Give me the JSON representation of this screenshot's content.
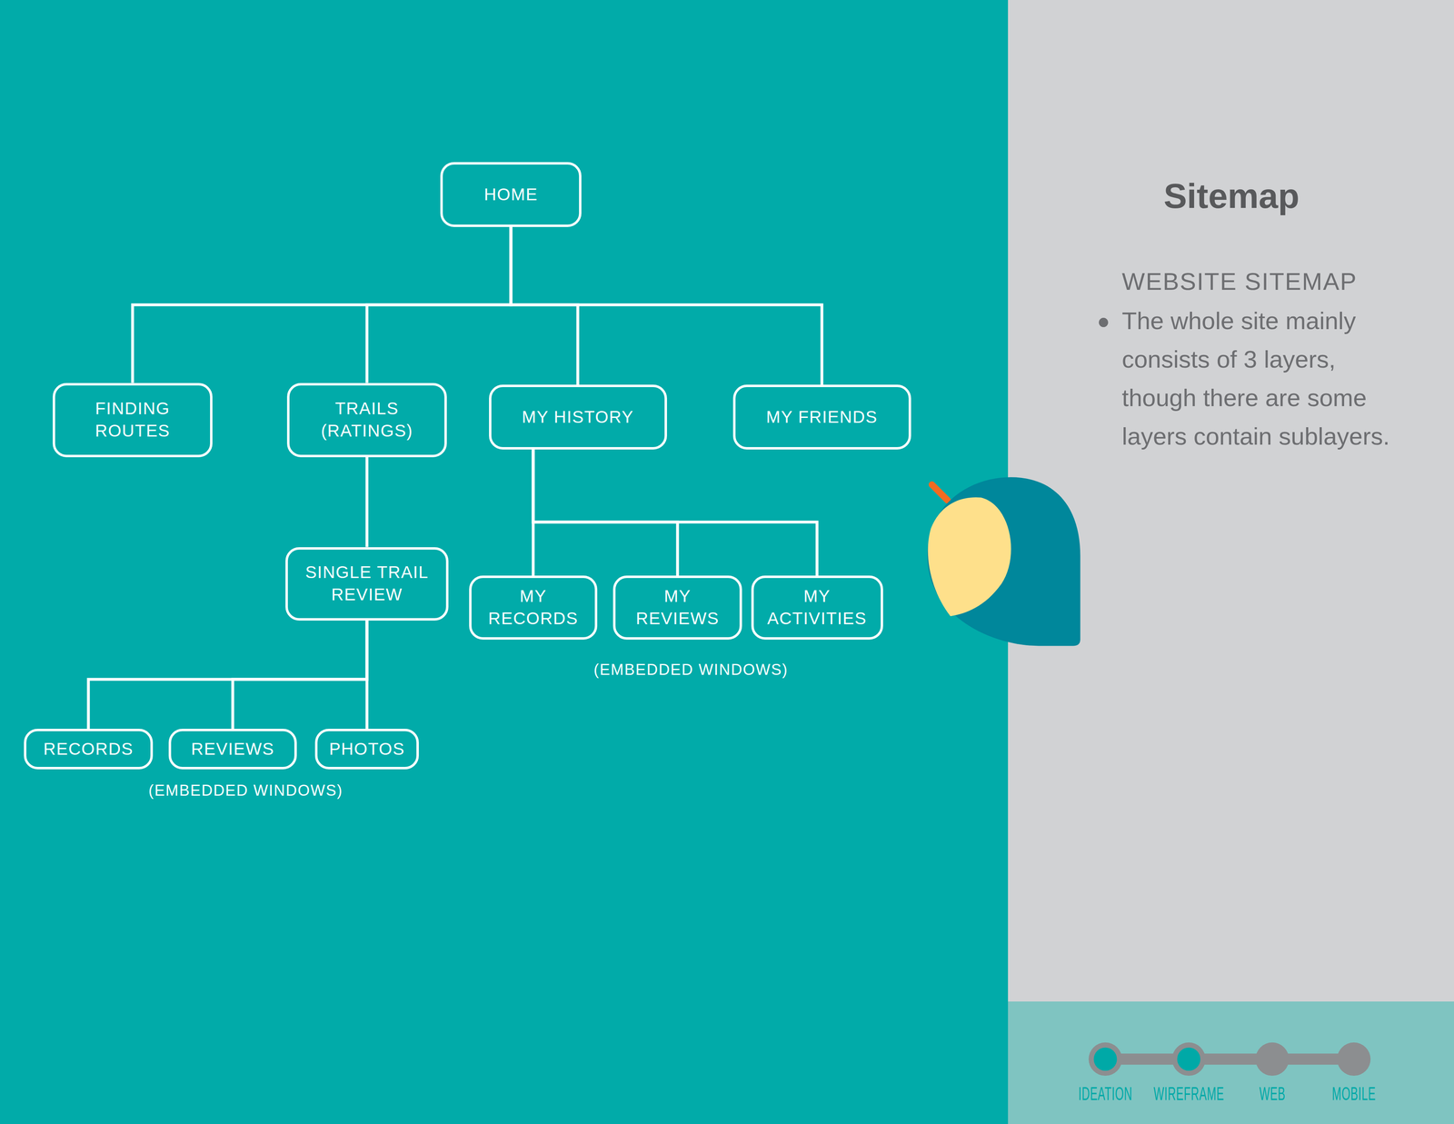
{
  "diagram": {
    "title": "Sitemap",
    "nodes": [
      {
        "text": [
          "HOME"
        ]
      },
      {
        "text": [
          "FINDING ROUTES"
        ]
      },
      {
        "text": [
          "TRAILS (RATINGS)"
        ]
      },
      {
        "text": [
          "MY HISTORY"
        ]
      },
      {
        "text": [
          "MY FRIENDS"
        ]
      },
      {
        "text": [
          "SINGLE TRAIL REVIEW"
        ]
      },
      {
        "text": [
          "MY RECORDS"
        ]
      },
      {
        "text": [
          "MY REVIEWS"
        ]
      },
      {
        "text": [
          "MY ACTIVITIES"
        ]
      },
      {
        "text": [
          "RECORDS"
        ]
      },
      {
        "text": [
          "REVIEWS"
        ]
      },
      {
        "text": [
          "PHOTOS"
        ]
      }
    ],
    "edges": [
      {
        "from": 0,
        "to": 1,
        "arrow": "none"
      },
      {
        "from": 0,
        "to": 2,
        "arrow": "none"
      },
      {
        "from": 0,
        "to": 3,
        "arrow": "none"
      },
      {
        "from": 0,
        "to": 4,
        "arrow": "none"
      },
      {
        "from": 2,
        "to": 5,
        "arrow": "none"
      },
      {
        "from": 3,
        "to": 6,
        "arrow": "none"
      },
      {
        "from": 3,
        "to": 7,
        "arrow": "none"
      },
      {
        "from": 3,
        "to": 8,
        "arrow": "none"
      },
      {
        "from": 5,
        "to": 9,
        "arrow": "none"
      },
      {
        "from": 5,
        "to": 10,
        "arrow": "none"
      },
      {
        "from": 5,
        "to": 11,
        "arrow": "none"
      }
    ],
    "labels": [
      "WEBSITE SITEMAP",
      "The whole site mainly consists of 3 layers, though there are some layers contain sublayers.",
      "(EMBEDDED WINDOWS)",
      "(EMBEDDED WINDOWS)",
      "IDEATION",
      "WIREFRAME",
      "WEB",
      "MOBILE"
    ]
  }
}
